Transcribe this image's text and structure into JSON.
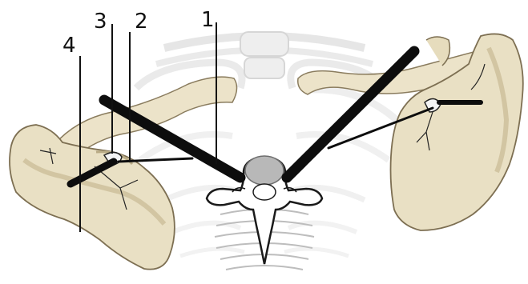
{
  "labels": {
    "label_1": "1",
    "label_2": "2",
    "label_3": "3",
    "label_4": "4"
  },
  "colors": {
    "bone_fill": "#ebe3cc",
    "bone_shade": "#d2c6a6",
    "bone_outline": "#7b6e55",
    "rib_faded": "#e4e4e4",
    "rib_outline": "#c8c8c8",
    "vertebra_body": "#b6b6b6",
    "muscle_band": "#0d0d0d",
    "leader_line": "#111111"
  },
  "icons": [
    "left-scapula-illustration",
    "right-scapula-illustration",
    "left-clavicle-illustration",
    "right-clavicle-illustration",
    "thoracic-vertebra-illustration",
    "rib-cage-illustration"
  ]
}
